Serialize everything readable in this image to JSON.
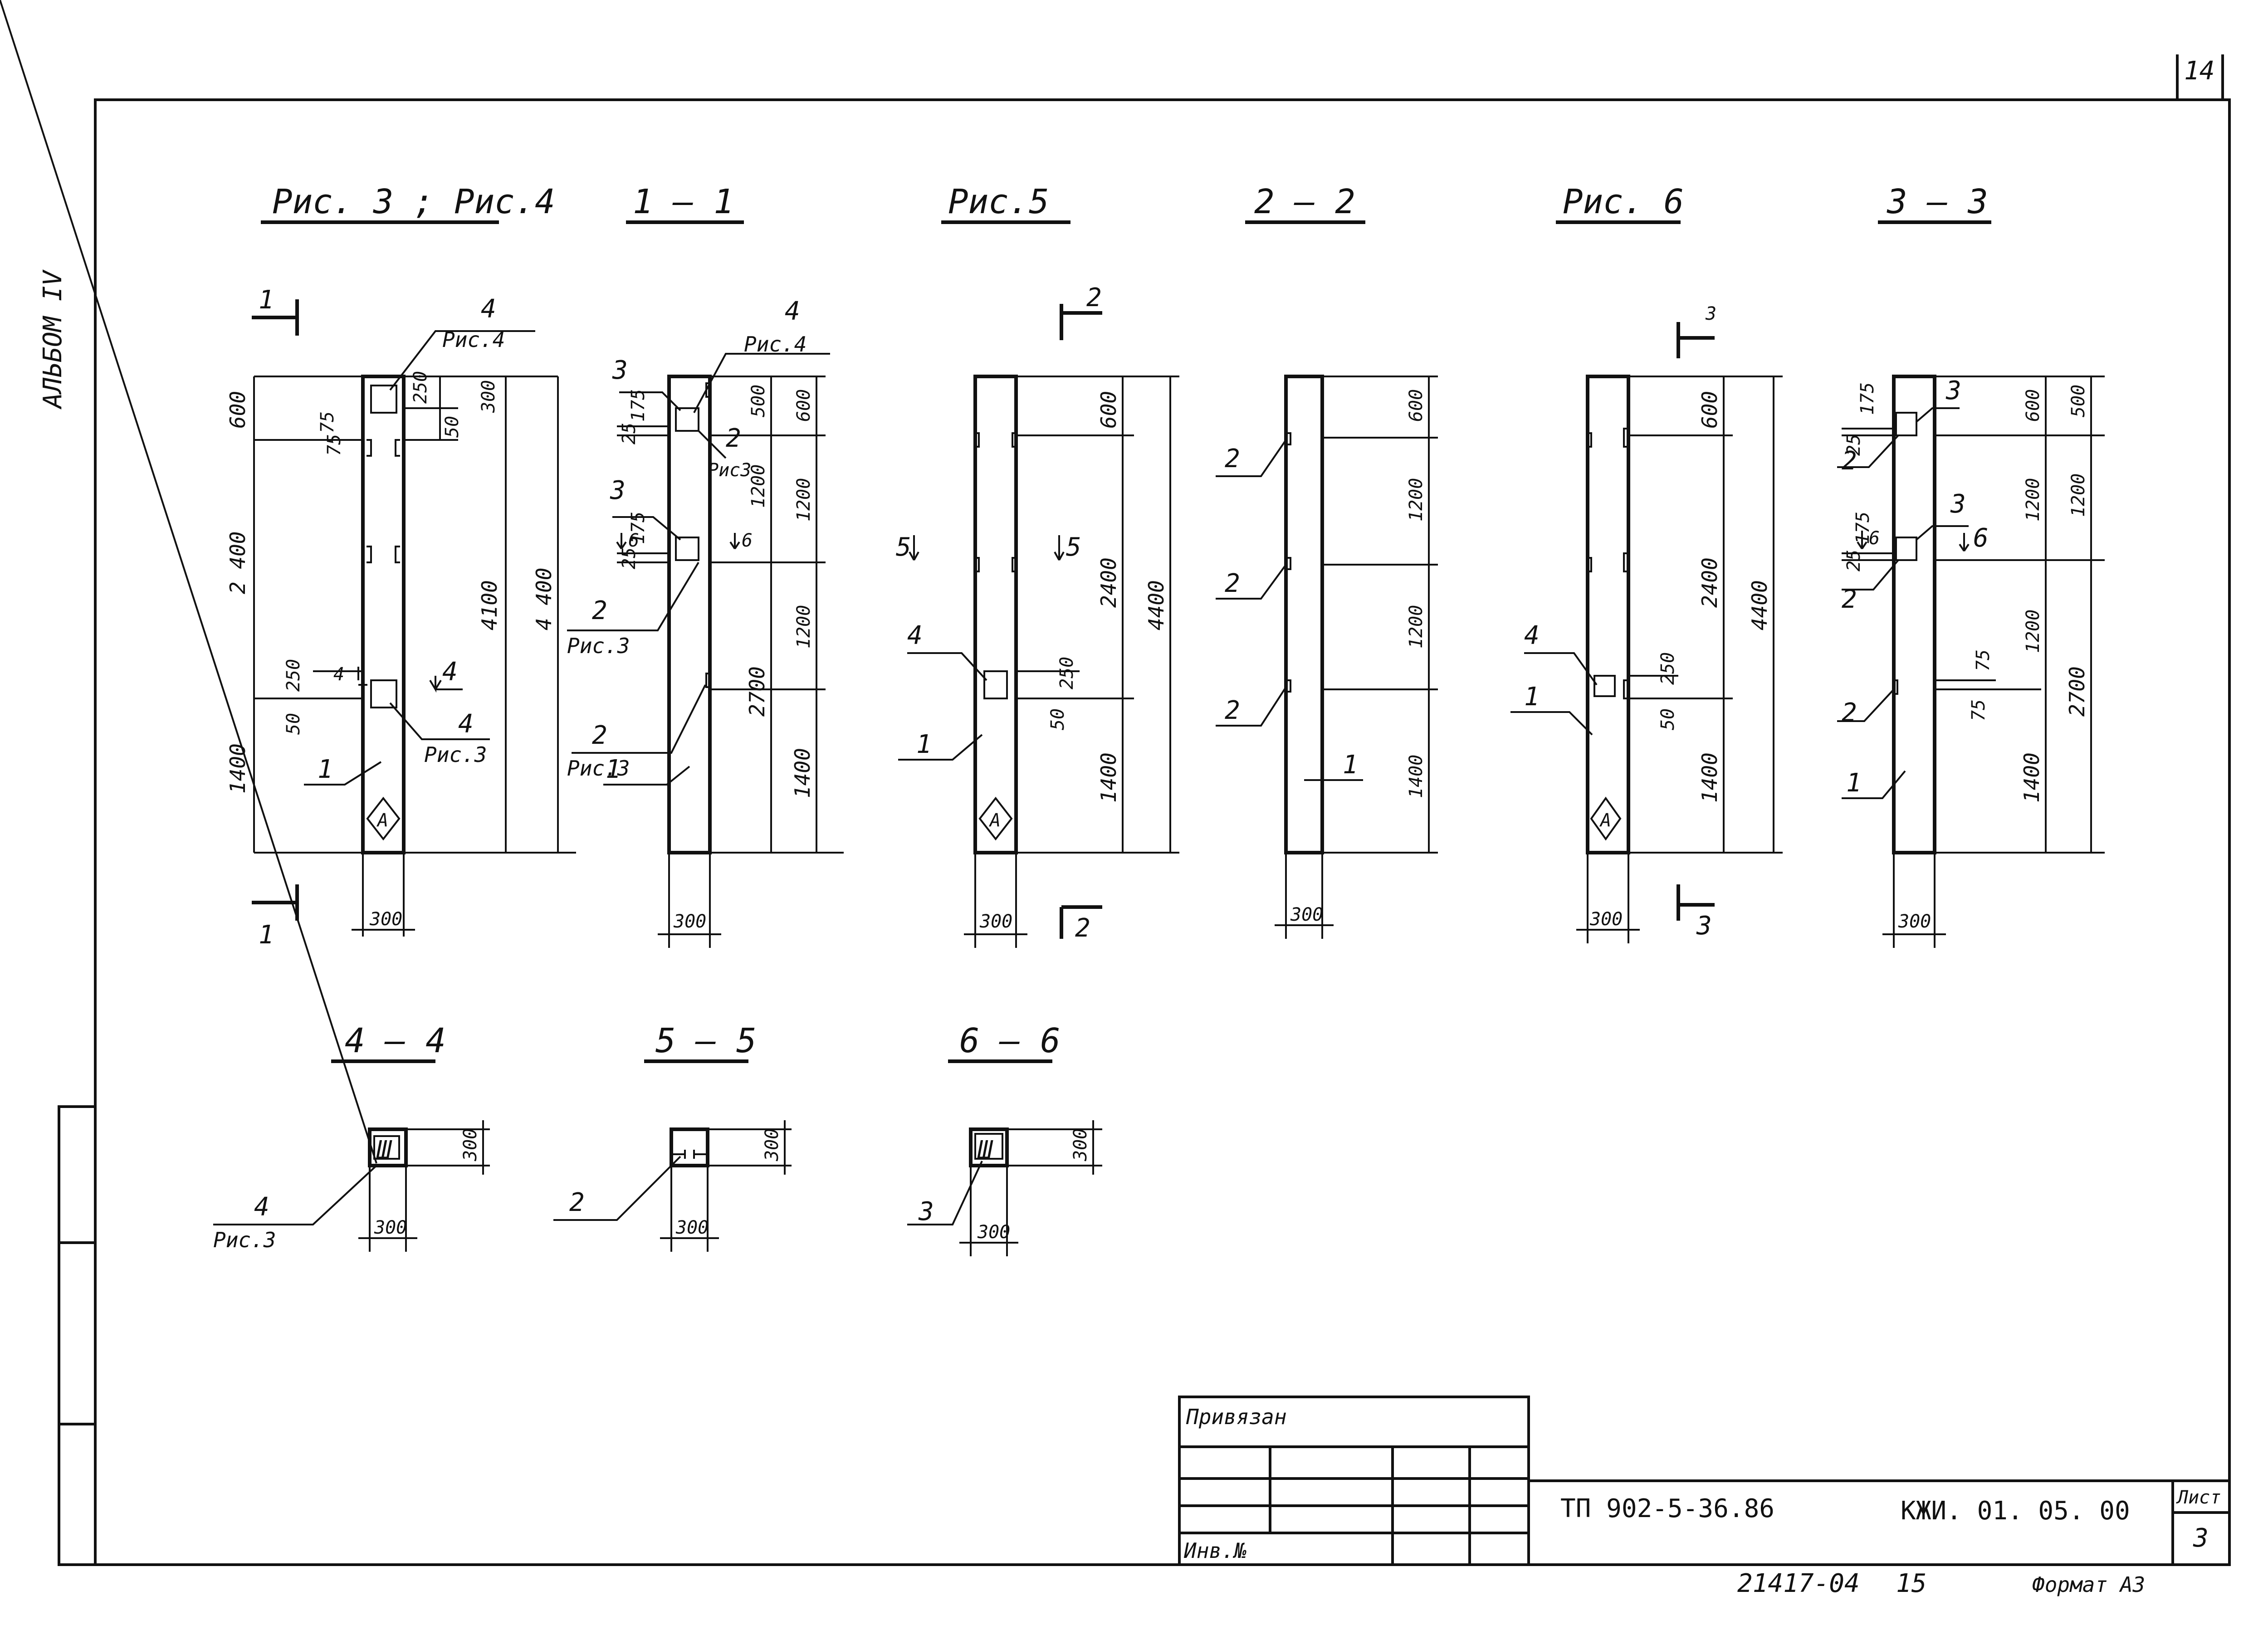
{
  "sheet": {
    "page_number": "14",
    "album_margin": "АЛЬБОМ IV"
  },
  "titles": {
    "ris34": "Рис. 3 ; Рис.4",
    "sec11": "1 — 1",
    "ris5": "Рис.5",
    "sec22": "2 — 2",
    "ris6": "Рис. 6",
    "sec33": "3 — 3",
    "sec44": "4 — 4",
    "sec55": "5 — 5",
    "sec66": "6 — 6"
  },
  "marks": {
    "m1": "1",
    "m2": "2",
    "m3": "3",
    "m4": "4",
    "m5": "5",
    "m6": "6",
    "a": "А",
    "sh": "Ш",
    "ris3": "Рис.3",
    "ris4": "Рис.4",
    "ris3b": "Рис3"
  },
  "dims": {
    "d25": "25",
    "d50": "50",
    "d75": "75",
    "d175": "175",
    "d250": "250",
    "d300": "300",
    "d500": "500",
    "d600": "600",
    "d1200": "1200",
    "d1400": "1400",
    "d2400": "2400",
    "d2400s": "2 400",
    "d2700": "2700",
    "d4100": "4100",
    "d4400": "4400",
    "d4400s": "4 400"
  },
  "title_block": {
    "privyazan": "Привязан",
    "inv_no": "Инв.№",
    "project": "ТП 902-5-36.86",
    "code": "КЖИ. 01. 05. 00",
    "sheet_label": "Лист",
    "sheet_no": "3",
    "order_no": "21417-04",
    "order_suffix": "15",
    "format": "Формат А3"
  },
  "colors": {
    "ink": "#111111",
    "paper": "#ffffff"
  }
}
